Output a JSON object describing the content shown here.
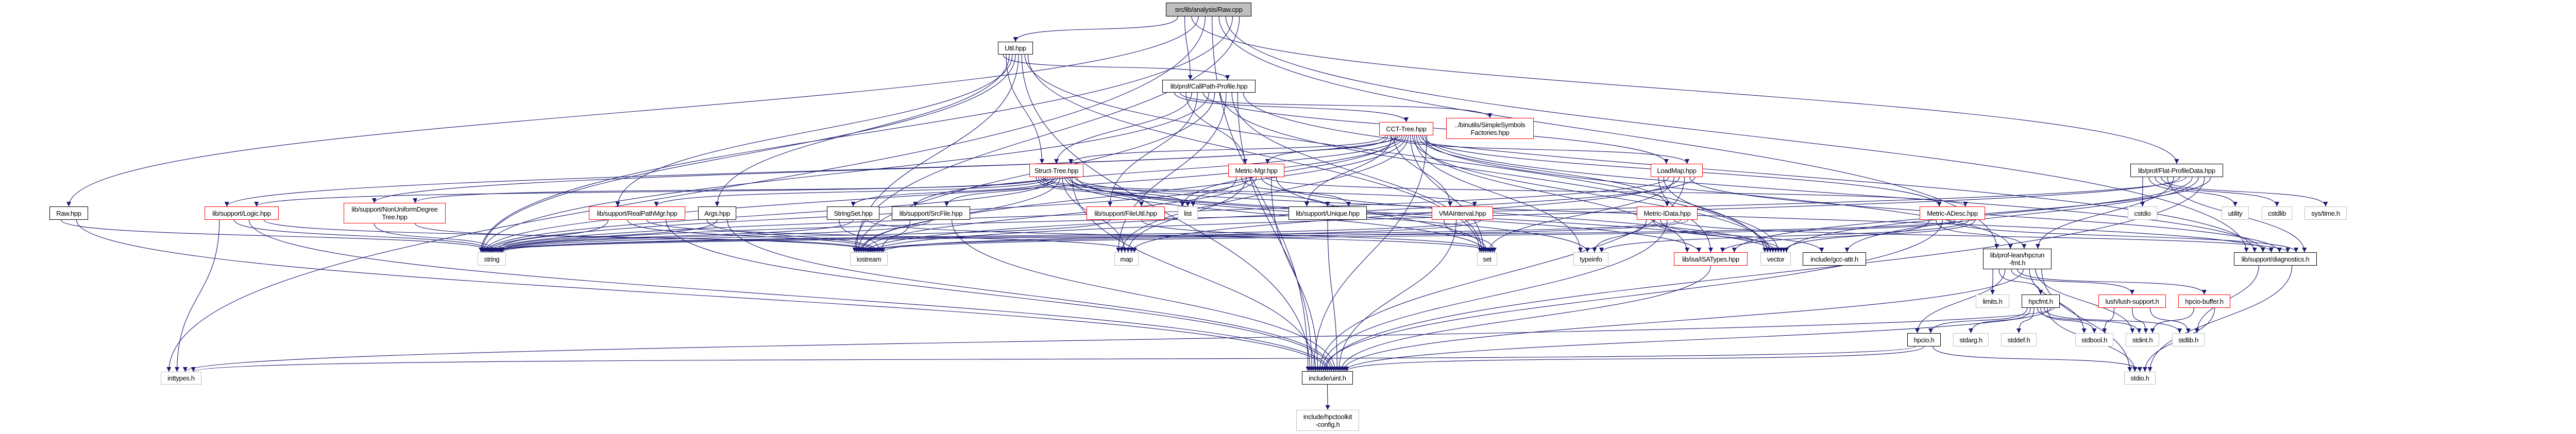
{
  "colors": {
    "edge": "#191970",
    "root_fill": "#bfbfbf",
    "truncated_border": "#ff0000",
    "system_border": "#bfbfbf",
    "normal_border": "#000000"
  },
  "nodes": [
    {
      "id": "raw_cpp",
      "label": "src/lib/analysis/Raw.cpp",
      "style": "root"
    },
    {
      "id": "util",
      "label": "Util.hpp",
      "style": "normal"
    },
    {
      "id": "callpath",
      "label": "lib/prof/CallPath-Profile.hpp",
      "style": "normal"
    },
    {
      "id": "cct",
      "label": "CCT-Tree.hpp",
      "style": "truncated"
    },
    {
      "id": "simplesym",
      "label": "../binutils/SimpleSymbols\nFactories.hpp",
      "style": "truncated"
    },
    {
      "id": "struct",
      "label": "Struct-Tree.hpp",
      "style": "truncated"
    },
    {
      "id": "metricmgr",
      "label": "Metric-Mgr.hpp",
      "style": "truncated"
    },
    {
      "id": "loadmap",
      "label": "LoadMap.hpp",
      "style": "truncated"
    },
    {
      "id": "flat",
      "label": "lib/prof/Flat-ProfileData.hpp",
      "style": "normal"
    },
    {
      "id": "rawhpp",
      "label": "Raw.hpp",
      "style": "normal"
    },
    {
      "id": "logic",
      "label": "lib/support/Logic.hpp",
      "style": "truncated"
    },
    {
      "id": "nonuniform",
      "label": "lib/support/NonUniformDegree\nTree.hpp",
      "style": "truncated"
    },
    {
      "id": "realpath",
      "label": "lib/support/RealPathMgr.hpp",
      "style": "truncated"
    },
    {
      "id": "args",
      "label": "Args.hpp",
      "style": "normal"
    },
    {
      "id": "stringset",
      "label": "StringSet.hpp",
      "style": "normal"
    },
    {
      "id": "srcfile",
      "label": "lib/support/SrcFile.hpp",
      "style": "normal"
    },
    {
      "id": "fileutil",
      "label": "lib/support/FileUtil.hpp",
      "style": "truncated"
    },
    {
      "id": "list",
      "label": "list",
      "style": "system"
    },
    {
      "id": "unique",
      "label": "lib/support/Unique.hpp",
      "style": "normal"
    },
    {
      "id": "vma",
      "label": "VMAInterval.hpp",
      "style": "truncated"
    },
    {
      "id": "midata",
      "label": "Metric-IData.hpp",
      "style": "truncated"
    },
    {
      "id": "madesc",
      "label": "Metric-ADesc.hpp",
      "style": "truncated"
    },
    {
      "id": "cstdio",
      "label": "cstdio",
      "style": "system"
    },
    {
      "id": "utility",
      "label": "utility",
      "style": "system"
    },
    {
      "id": "cstdlib",
      "label": "cstdlib",
      "style": "system"
    },
    {
      "id": "systime",
      "label": "sys/time.h",
      "style": "system"
    },
    {
      "id": "string",
      "label": "string",
      "style": "system"
    },
    {
      "id": "iostream",
      "label": "iostream",
      "style": "system"
    },
    {
      "id": "map",
      "label": "map",
      "style": "system"
    },
    {
      "id": "set",
      "label": "set",
      "style": "system"
    },
    {
      "id": "typeinfo",
      "label": "typeinfo",
      "style": "system"
    },
    {
      "id": "isatypes",
      "label": "lib/isa/ISATypes.hpp",
      "style": "truncated"
    },
    {
      "id": "vector",
      "label": "vector",
      "style": "system"
    },
    {
      "id": "gccattr",
      "label": "include/gcc-attr.h",
      "style": "normal"
    },
    {
      "id": "hpcrunfmt",
      "label": "lib/prof-lean/hpcrun\n-fmt.h",
      "style": "normal"
    },
    {
      "id": "diagnostics",
      "label": "lib/support/diagnostics.h",
      "style": "normal"
    },
    {
      "id": "limits",
      "label": "limits.h",
      "style": "system"
    },
    {
      "id": "hpcfmt",
      "label": "hpcfmt.h",
      "style": "normal"
    },
    {
      "id": "lush",
      "label": "lush/lush-support.h",
      "style": "truncated"
    },
    {
      "id": "hpciobuf",
      "label": "hpcio-buffer.h",
      "style": "truncated"
    },
    {
      "id": "hpcio",
      "label": "hpcio.h",
      "style": "normal"
    },
    {
      "id": "stdarg",
      "label": "stdarg.h",
      "style": "system"
    },
    {
      "id": "stddef",
      "label": "stddef.h",
      "style": "system"
    },
    {
      "id": "stdbool",
      "label": "stdbool.h",
      "style": "system"
    },
    {
      "id": "stdint",
      "label": "stdint.h",
      "style": "system"
    },
    {
      "id": "stdlib",
      "label": "stdlib.h",
      "style": "system"
    },
    {
      "id": "inttypes",
      "label": "inttypes.h",
      "style": "system"
    },
    {
      "id": "uint",
      "label": "include/uint.h",
      "style": "normal"
    },
    {
      "id": "stdio",
      "label": "stdio.h",
      "style": "system"
    },
    {
      "id": "hpcconfig",
      "label": "include/hpctoolkit\n-config.h",
      "style": "system"
    }
  ],
  "edges": [
    [
      "raw_cpp",
      "util"
    ],
    [
      "raw_cpp",
      "callpath"
    ],
    [
      "raw_cpp",
      "flat"
    ],
    [
      "raw_cpp",
      "rawhpp"
    ],
    [
      "raw_cpp",
      "inttypes"
    ],
    [
      "raw_cpp",
      "uint"
    ],
    [
      "raw_cpp",
      "hpcrunfmt"
    ],
    [
      "raw_cpp",
      "diagnostics"
    ],
    [
      "raw_cpp",
      "string"
    ],
    [
      "raw_cpp",
      "iostream"
    ],
    [
      "util",
      "callpath"
    ],
    [
      "util",
      "struct"
    ],
    [
      "util",
      "args"
    ],
    [
      "util",
      "realpath"
    ],
    [
      "util",
      "string"
    ],
    [
      "util",
      "iostream"
    ],
    [
      "util",
      "uint"
    ],
    [
      "util",
      "vector"
    ],
    [
      "util",
      "set"
    ],
    [
      "callpath",
      "cct"
    ],
    [
      "callpath",
      "simplesym"
    ],
    [
      "callpath",
      "metricmgr"
    ],
    [
      "callpath",
      "struct"
    ],
    [
      "callpath",
      "fileutil"
    ],
    [
      "callpath",
      "loadmap"
    ],
    [
      "callpath",
      "string"
    ],
    [
      "callpath",
      "iostream"
    ],
    [
      "callpath",
      "vector"
    ],
    [
      "callpath",
      "map"
    ],
    [
      "callpath",
      "set"
    ],
    [
      "callpath",
      "uint"
    ],
    [
      "callpath",
      "diagnostics"
    ],
    [
      "cct",
      "struct"
    ],
    [
      "cct",
      "metricmgr"
    ],
    [
      "cct",
      "loadmap"
    ],
    [
      "cct",
      "unique"
    ],
    [
      "cct",
      "vma"
    ],
    [
      "cct",
      "list"
    ],
    [
      "cct",
      "nonuniform"
    ],
    [
      "cct",
      "logic"
    ],
    [
      "cct",
      "srcfile"
    ],
    [
      "cct",
      "string"
    ],
    [
      "cct",
      "iostream"
    ],
    [
      "cct",
      "map"
    ],
    [
      "cct",
      "set"
    ],
    [
      "cct",
      "vector"
    ],
    [
      "cct",
      "typeinfo"
    ],
    [
      "cct",
      "isatypes"
    ],
    [
      "cct",
      "midata"
    ],
    [
      "cct",
      "madesc"
    ],
    [
      "cct",
      "hpcrunfmt"
    ],
    [
      "cct",
      "diagnostics"
    ],
    [
      "cct",
      "uint"
    ],
    [
      "struct",
      "fileutil"
    ],
    [
      "struct",
      "list"
    ],
    [
      "struct",
      "unique"
    ],
    [
      "struct",
      "vma"
    ],
    [
      "struct",
      "nonuniform"
    ],
    [
      "struct",
      "logic"
    ],
    [
      "struct",
      "realpath"
    ],
    [
      "struct",
      "srcfile"
    ],
    [
      "struct",
      "stringset"
    ],
    [
      "struct",
      "string"
    ],
    [
      "struct",
      "iostream"
    ],
    [
      "struct",
      "map"
    ],
    [
      "struct",
      "set"
    ],
    [
      "struct",
      "vector"
    ],
    [
      "struct",
      "isatypes"
    ],
    [
      "struct",
      "uint"
    ],
    [
      "struct",
      "diagnostics"
    ],
    [
      "struct",
      "typeinfo"
    ],
    [
      "metricmgr",
      "list"
    ],
    [
      "metricmgr",
      "unique"
    ],
    [
      "metricmgr",
      "map"
    ],
    [
      "metricmgr",
      "string"
    ],
    [
      "metricmgr",
      "iostream"
    ],
    [
      "metricmgr",
      "vector"
    ],
    [
      "metricmgr",
      "madesc"
    ],
    [
      "metricmgr",
      "uint"
    ],
    [
      "metricmgr",
      "set"
    ],
    [
      "loadmap",
      "isatypes"
    ],
    [
      "loadmap",
      "vector"
    ],
    [
      "loadmap",
      "string"
    ],
    [
      "loadmap",
      "set"
    ],
    [
      "loadmap",
      "map"
    ],
    [
      "loadmap",
      "uint"
    ],
    [
      "loadmap",
      "diagnostics"
    ],
    [
      "loadmap",
      "iostream"
    ],
    [
      "midata",
      "typeinfo"
    ],
    [
      "midata",
      "vector"
    ],
    [
      "midata",
      "gccattr"
    ],
    [
      "midata",
      "uint"
    ],
    [
      "midata",
      "diagnostics"
    ],
    [
      "midata",
      "string"
    ],
    [
      "midata",
      "iostream"
    ],
    [
      "madesc",
      "vector"
    ],
    [
      "madesc",
      "hpcrunfmt"
    ],
    [
      "madesc",
      "uint"
    ],
    [
      "madesc",
      "diagnostics"
    ],
    [
      "madesc",
      "string"
    ],
    [
      "madesc",
      "iostream"
    ],
    [
      "madesc",
      "typeinfo"
    ],
    [
      "madesc",
      "isatypes"
    ],
    [
      "flat",
      "cstdio"
    ],
    [
      "flat",
      "utility"
    ],
    [
      "flat",
      "cstdlib"
    ],
    [
      "flat",
      "systime"
    ],
    [
      "flat",
      "diagnostics"
    ],
    [
      "flat",
      "hpcrunfmt"
    ],
    [
      "flat",
      "iostream"
    ],
    [
      "flat",
      "string"
    ],
    [
      "flat",
      "vector"
    ],
    [
      "flat",
      "gccattr"
    ],
    [
      "flat",
      "uint"
    ],
    [
      "flat",
      "isatypes"
    ],
    [
      "rawhpp",
      "string"
    ],
    [
      "rawhpp",
      "uint"
    ],
    [
      "logic",
      "inttypes"
    ],
    [
      "logic",
      "string"
    ],
    [
      "logic",
      "uint"
    ],
    [
      "logic",
      "iostream"
    ],
    [
      "nonuniform",
      "string"
    ],
    [
      "nonuniform",
      "iostream"
    ],
    [
      "realpath",
      "string"
    ],
    [
      "realpath",
      "iostream"
    ],
    [
      "realpath",
      "map"
    ],
    [
      "realpath",
      "uint"
    ],
    [
      "args",
      "iostream"
    ],
    [
      "args",
      "string"
    ],
    [
      "args",
      "uint"
    ],
    [
      "stringset",
      "iostream"
    ],
    [
      "stringset",
      "string"
    ],
    [
      "stringset",
      "set"
    ],
    [
      "srcfile",
      "iostream"
    ],
    [
      "srcfile",
      "string"
    ],
    [
      "srcfile",
      "uint"
    ],
    [
      "fileutil",
      "string"
    ],
    [
      "fileutil",
      "set"
    ],
    [
      "unique",
      "uint"
    ],
    [
      "vma",
      "set"
    ],
    [
      "vma",
      "uint"
    ],
    [
      "vma",
      "string"
    ],
    [
      "vma",
      "iostream"
    ],
    [
      "isatypes",
      "uint"
    ],
    [
      "hpcrunfmt",
      "limits"
    ],
    [
      "hpcrunfmt",
      "hpcfmt"
    ],
    [
      "hpcrunfmt",
      "hpcio"
    ],
    [
      "hpcrunfmt",
      "lush"
    ],
    [
      "hpcrunfmt",
      "hpciobuf"
    ],
    [
      "hpcrunfmt",
      "uint"
    ],
    [
      "hpcrunfmt",
      "stdbool"
    ],
    [
      "hpcrunfmt",
      "stdint"
    ],
    [
      "hpcrunfmt",
      "stdio"
    ],
    [
      "hpcfmt",
      "hpcio"
    ],
    [
      "hpcfmt",
      "stdarg"
    ],
    [
      "hpcfmt",
      "stddef"
    ],
    [
      "hpcfmt",
      "stdint"
    ],
    [
      "hpcfmt",
      "stdbool"
    ],
    [
      "hpcfmt",
      "stdlib"
    ],
    [
      "hpcfmt",
      "stdio"
    ],
    [
      "hpcfmt",
      "uint"
    ],
    [
      "hpcfmt",
      "inttypes"
    ],
    [
      "hpcio",
      "inttypes"
    ],
    [
      "hpcio",
      "uint"
    ],
    [
      "hpcio",
      "stdio"
    ],
    [
      "lush",
      "stdbool"
    ],
    [
      "lush",
      "stdint"
    ],
    [
      "lush",
      "stdlib"
    ],
    [
      "hpciobuf",
      "stdint"
    ],
    [
      "hpciobuf",
      "stdio"
    ],
    [
      "diagnostics",
      "stdlib"
    ],
    [
      "diagnostics",
      "stdio"
    ],
    [
      "uint",
      "hpcconfig"
    ]
  ]
}
